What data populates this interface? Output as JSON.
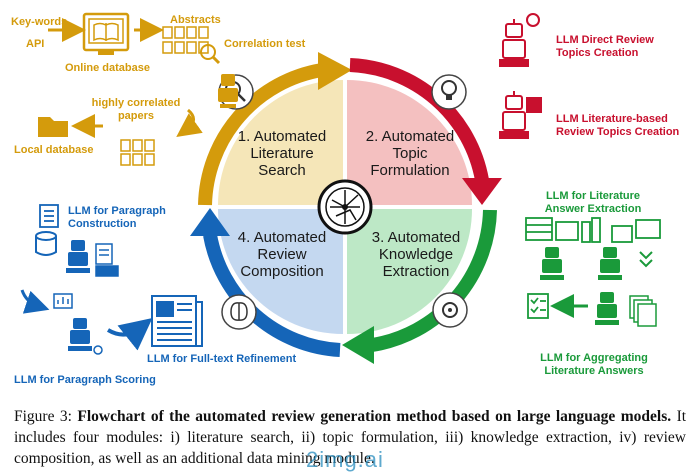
{
  "top_left": {
    "keywords": "Key-words",
    "api": "API",
    "online_database": "Online database",
    "abstracts": "Abstracts",
    "correlation_test": "Correlation test",
    "highly_correlated_papers": [
      "highly correlated",
      "papers"
    ],
    "local_database": "Local database"
  },
  "top_right": {
    "direct_review": [
      "LLM Direct Review",
      "Topics Creation"
    ],
    "literature_based": [
      "LLM Literature-based",
      "Review Topics Creation"
    ]
  },
  "bottom_right": {
    "answer_extraction": [
      "LLM for Literature",
      "Answer Extraction"
    ],
    "aggregating": [
      "LLM for Aggregating",
      "Literature Answers"
    ]
  },
  "bottom_left": {
    "paragraph_construction": [
      "LLM for Paragraph",
      "Construction"
    ],
    "full_text_refinement": "LLM for Full-text Refinement",
    "paragraph_scoring": "LLM for Paragraph Scoring"
  },
  "quadrants": {
    "q1": [
      "1. Automated",
      "Literature",
      "Search"
    ],
    "q2": [
      "2. Automated",
      "Topic",
      "Formulation"
    ],
    "q3": [
      "3. Automated",
      "Knowledge",
      "Extraction"
    ],
    "q4": [
      "4. Automated",
      "Review",
      "Composition"
    ]
  },
  "caption": {
    "prefix": "Figure 3:",
    "title": "Flowchart of the automated review generation method based on large language models.",
    "body": "It includes four modules: i) literature search, ii) topic formulation, iii) knowledge extraction, iv) review composition, as well as an additional data mining module."
  },
  "watermark": "2img.ai",
  "colors": {
    "gold": "#d49b0c",
    "red": "#c8102e",
    "green": "#1a9a3a",
    "blue": "#1565b8",
    "q1_fill": "#f5e6b8",
    "q2_fill": "#f4c0c0",
    "q3_fill": "#bde8c6",
    "q4_fill": "#c4d8f0"
  },
  "icons": {
    "central": "circuit-brain-icon",
    "q1": "search-magnifier-icon",
    "q2": "lightbulb-idea-icon",
    "q3": "gears-knowledge-icon",
    "q4": "brain-circuit-icon"
  }
}
